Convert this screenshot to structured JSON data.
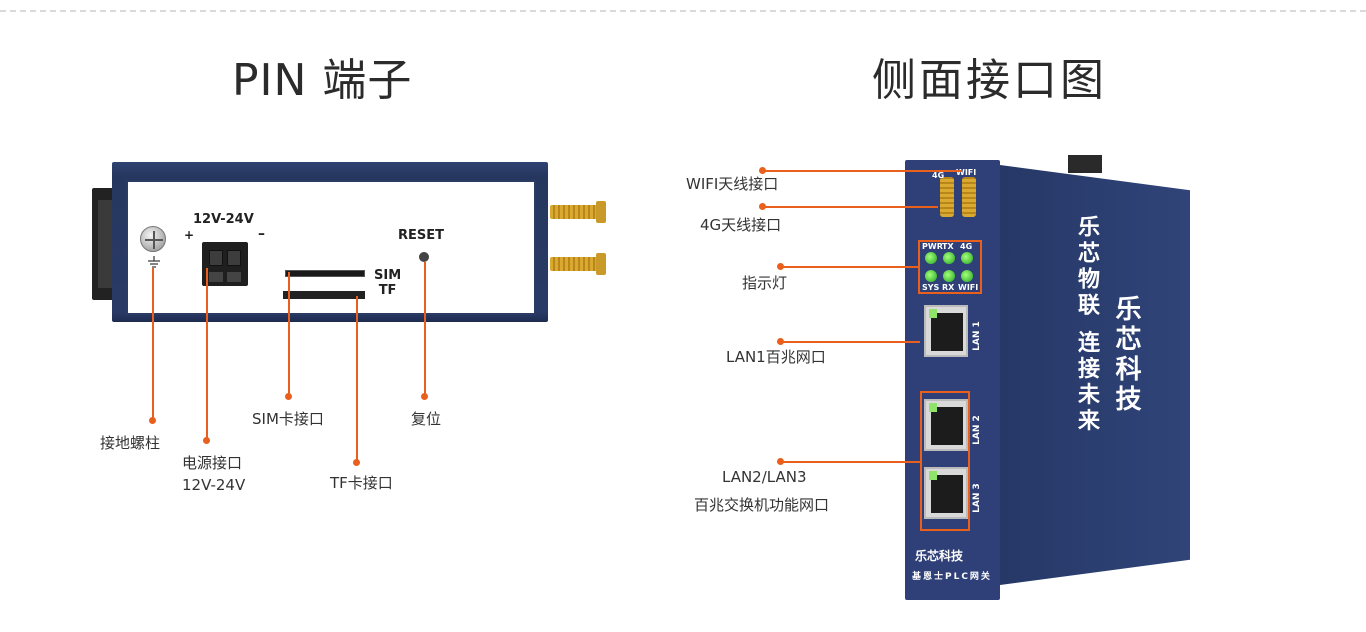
{
  "titles": {
    "pin": "PIN 端子",
    "side": "侧面接口图"
  },
  "left_device": {
    "power_label": "12V-24V",
    "plus": "+",
    "minus": "–",
    "sim_tf": "SIM\nTF",
    "reset": "RESET"
  },
  "left_callouts": {
    "ground": "接地螺柱",
    "power": "电源接口\n12V-24V",
    "sim": "SIM卡接口",
    "tf": "TF卡接口",
    "reset": "复位"
  },
  "right_device": {
    "ant_4g": "4G",
    "ant_wifi": "WIFI",
    "led_pwr": "PWR",
    "led_tx": "TX",
    "led_4g": "4G",
    "led_sys": "SYS",
    "led_rx": "RX",
    "led_wifi": "WIFI",
    "lan1": "LAN 1",
    "lan2": "LAN 2",
    "lan3": "LAN 3",
    "brand_side": "乐芯物联 连接未来",
    "brand_side2": "乐芯科技",
    "brand_front": "乐芯科技",
    "model": "基恩士PLC网关"
  },
  "right_callouts": {
    "wifi": "WIFI天线接口",
    "g4": "4G天线接口",
    "led": "指示灯",
    "lan1": "LAN1百兆网口",
    "lan23_line1": "LAN2/LAN3",
    "lan23_line2": "百兆交换机功能网口"
  },
  "colors": {
    "accent": "#e8601c",
    "device": "#2e4077"
  }
}
